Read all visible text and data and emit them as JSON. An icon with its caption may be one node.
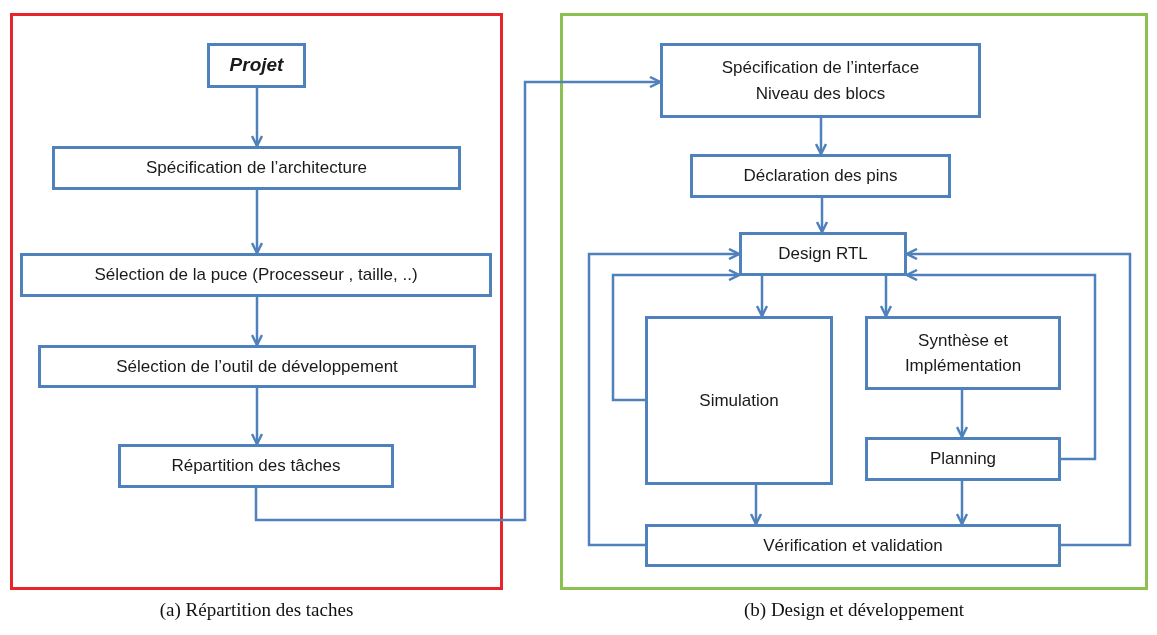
{
  "diagram": {
    "nodes": [
      {
        "text": [],
        "shape": "box",
        "beside": [
          "(a) Répartition des taches"
        ]
      },
      {
        "text": [
          "Projet"
        ],
        "in": 0
      },
      {
        "text": [
          "Spécification de l’architecture"
        ],
        "in": 0
      },
      {
        "text": [
          "Sélection de la puce (Processeur , taille, ..)"
        ],
        "in": 0
      },
      {
        "text": [
          "Sélection de l’outil de développement"
        ],
        "in": 0
      },
      {
        "text": [
          "Répartition des tâches"
        ],
        "in": 0
      },
      {
        "text": [],
        "shape": "box",
        "beside": [
          "(b) Design et développement"
        ]
      },
      {
        "text": [
          "Spécification de l’interface Niveau des blocs"
        ],
        "in": 6
      },
      {
        "text": [
          "Déclaration des pins"
        ],
        "in": 6
      },
      {
        "text": [
          "Design RTL"
        ],
        "in": 6
      },
      {
        "text": [
          "Simulation"
        ],
        "in": 6
      },
      {
        "text": [
          "Synthèse et Implémentation"
        ],
        "in": 6
      },
      {
        "text": [
          "Planning"
        ],
        "in": 6
      },
      {
        "text": [
          "Vérification et validation"
        ],
        "in": 6
      }
    ],
    "edges": [
      {
        "from": 1,
        "to": 2,
        "arrow": "to"
      },
      {
        "from": 2,
        "to": 3,
        "arrow": "to"
      },
      {
        "from": 3,
        "to": 4,
        "arrow": "to"
      },
      {
        "from": 4,
        "to": 5,
        "arrow": "to"
      },
      {
        "from": 5,
        "to": 7,
        "arrow": "to"
      },
      {
        "from": 7,
        "to": 8,
        "arrow": "to"
      },
      {
        "from": 8,
        "to": 9,
        "arrow": "to"
      },
      {
        "from": 9,
        "to": 10,
        "arrow": "to"
      },
      {
        "from": 9,
        "to": 11,
        "arrow": "to"
      },
      {
        "from": 11,
        "to": 12,
        "arrow": "to"
      },
      {
        "from": 10,
        "to": 13,
        "arrow": "to"
      },
      {
        "from": 12,
        "to": 13,
        "arrow": "to"
      },
      {
        "from": 10,
        "to": 9,
        "arrow": "to"
      },
      {
        "from": 13,
        "to": 9,
        "arrow": "to"
      },
      {
        "from": 12,
        "to": 9,
        "arrow": "to"
      },
      {
        "from": 13,
        "to": 9,
        "arrow": "to"
      }
    ]
  }
}
